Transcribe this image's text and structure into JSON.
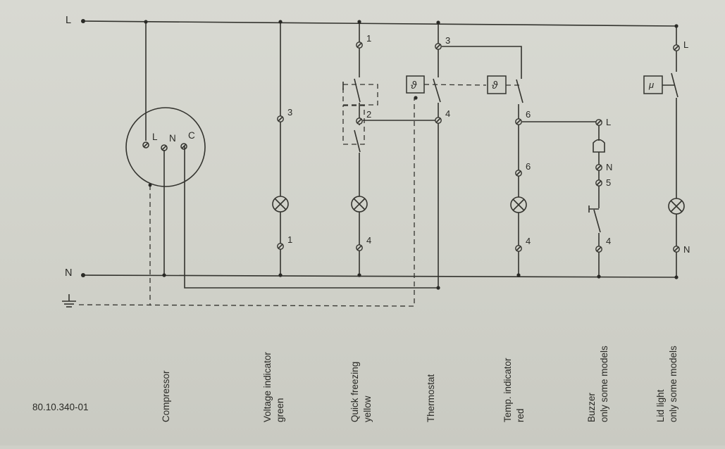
{
  "rails": {
    "live": "L",
    "neutral": "N"
  },
  "doc_number": "80.10.340-01",
  "labels": [
    {
      "line1": "Compressor"
    },
    {
      "line1": "Voltage indicator",
      "line2": "green"
    },
    {
      "line1": "Quick freezing",
      "line2": "yellow"
    },
    {
      "line1": "Thermostat"
    },
    {
      "line1": "Temp. indicator",
      "line2": "red"
    },
    {
      "line1": "Buzzer",
      "line2": "only some models"
    },
    {
      "line1": "Lid light",
      "line2": "only some models"
    }
  ],
  "diagram": {
    "compressor": {
      "pins": [
        "L",
        "N",
        "C"
      ]
    },
    "voltage": {
      "top": "3",
      "bottom": "1"
    },
    "quick": {
      "t1": "1",
      "t2": "2",
      "t4": "4"
    },
    "thermo": {
      "t3": "3",
      "t4": "4",
      "symbol": "ϑ"
    },
    "temp": {
      "t6a": "6",
      "t6b": "6",
      "t4": "4",
      "symbol": "ϑ"
    },
    "buzzer": {
      "tL": "L",
      "tN": "N",
      "t5": "5",
      "t4": "4"
    },
    "lid": {
      "tL": "L",
      "tN": "N",
      "symbol": "μ"
    }
  }
}
